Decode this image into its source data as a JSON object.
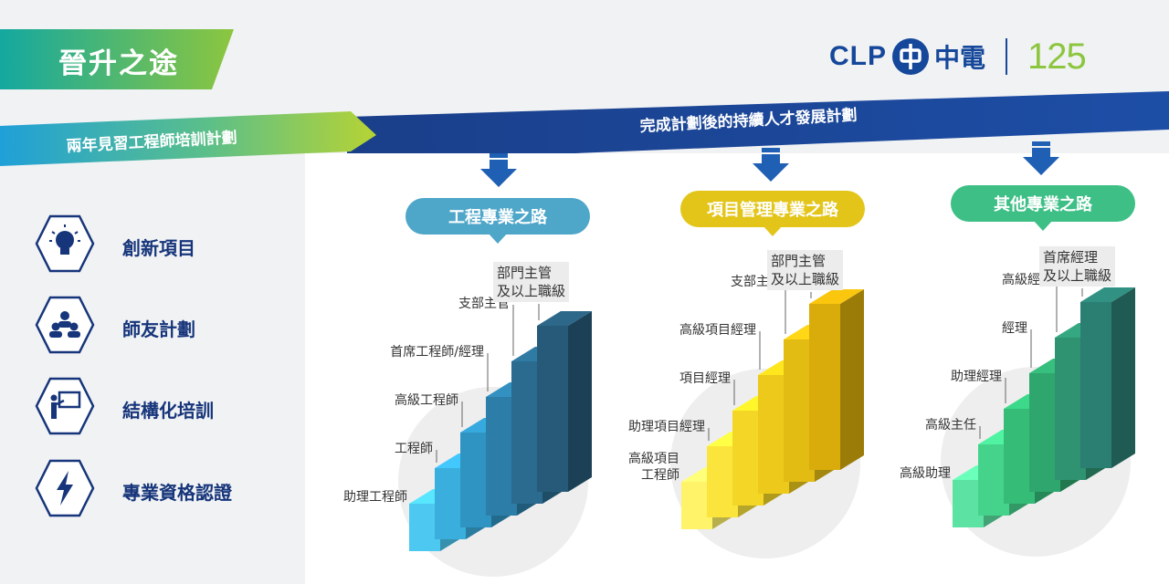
{
  "header": {
    "title": "晉升之途",
    "logo": {
      "brand": "CLP",
      "chinese_name": "中電",
      "anniversary": "125"
    }
  },
  "bands": {
    "left_label": "兩年見習工程師培訓計劃",
    "right_label": "完成計劃後的持續人才發展計劃"
  },
  "features": [
    {
      "label": "創新項目",
      "icon": "lightbulb-icon"
    },
    {
      "label": "師友計劃",
      "icon": "mentorship-group-icon"
    },
    {
      "label": "結構化培訓",
      "icon": "presentation-board-icon"
    },
    {
      "label": "專業資格認證",
      "icon": "lightning-bolt-icon"
    }
  ],
  "paths": [
    {
      "name": "工程專業之路",
      "color": "#4ea6c9",
      "levels": [
        "助理工程師",
        "工程師",
        "高級工程師",
        "首席工程師/經理",
        "支部主管"
      ],
      "top": [
        "部門主管",
        "及以上職級"
      ]
    },
    {
      "name": "項目管理專業之路",
      "color": "#e3c51a",
      "levels": [
        "高級項目\n工程師",
        "助理項目經理",
        "項目經理",
        "高級項目經理",
        "支部主管"
      ],
      "top": [
        "部門主管",
        "及以上職級"
      ]
    },
    {
      "name": "其他專業之路",
      "color": "#3dbf86",
      "levels": [
        "高級助理",
        "高級主任",
        "助理經理",
        "經理",
        "高級經理"
      ],
      "top": [
        "首席經理",
        "及以上職級"
      ]
    }
  ],
  "colors": {
    "title_green": "#8cc63f",
    "brand_blue": "#15479a",
    "band_dark": "#16357a",
    "arrow_blue": "#1f5fb4",
    "eng_bars": [
      "#4dc8f0",
      "#3aaedc",
      "#2f94c2",
      "#2c7ea8",
      "#2a6b8f",
      "#275a78"
    ],
    "pm_bars": [
      "#fff36a",
      "#fbe53c",
      "#f4d626",
      "#ecc91b",
      "#e2bb13",
      "#d9ac0c"
    ],
    "other_bars": [
      "#5ce3a3",
      "#45d38c",
      "#35bd78",
      "#2fa66d",
      "#2f9270",
      "#2b7e72"
    ]
  }
}
